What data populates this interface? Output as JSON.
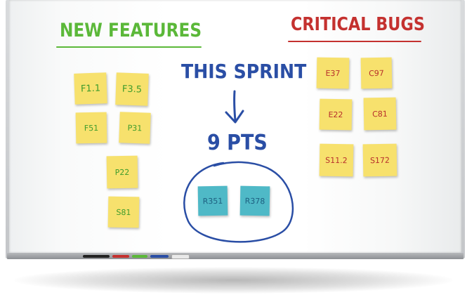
{
  "headings": {
    "new_features": "NEW FEATURES",
    "critical_bugs": "CRITICAL BUGS"
  },
  "sprint": {
    "title": "THIS SPRINT",
    "points": "9 PTS"
  },
  "colors": {
    "green_marker": "#5bb839",
    "red_marker": "#c4312f",
    "blue_marker": "#2a4ea5",
    "yellow_note": "#f7e16d",
    "blue_note": "#4fb9c7"
  },
  "feature_notes": [
    {
      "label": "F1.1"
    },
    {
      "label": "F3.5"
    },
    {
      "label": "F51"
    },
    {
      "label": "P31"
    },
    {
      "label": "P22"
    },
    {
      "label": "S81"
    }
  ],
  "bug_notes": [
    {
      "label": "E37"
    },
    {
      "label": "C97"
    },
    {
      "label": "E22"
    },
    {
      "label": "C81"
    },
    {
      "label": "S11.2"
    },
    {
      "label": "S172"
    }
  ],
  "sprint_notes": [
    {
      "label": "R351"
    },
    {
      "label": "R378"
    }
  ]
}
